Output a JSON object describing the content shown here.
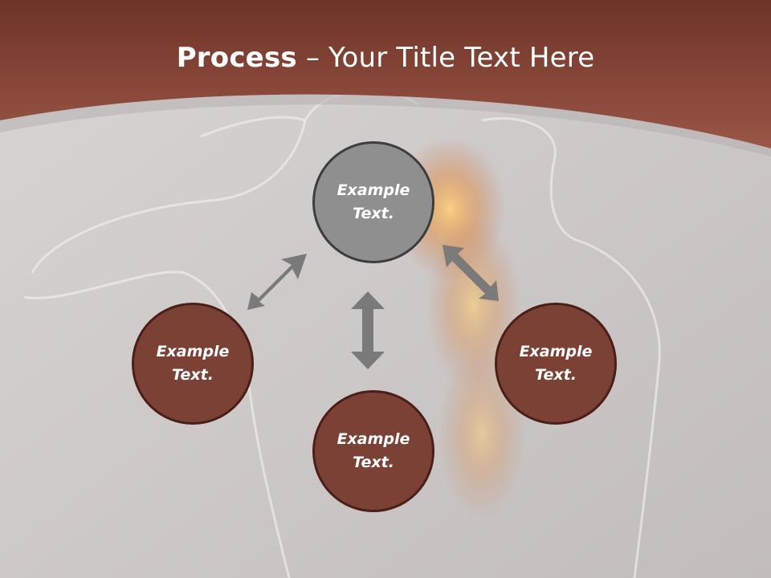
{
  "slide": {
    "title_bold": "Process",
    "title_rest": " – Your Title Text Here"
  },
  "circles": {
    "top": "Example Text.",
    "left": "Example Text.",
    "bottom": "Example Text.",
    "right": "Example Text."
  },
  "colors": {
    "header": "#8a4a3c",
    "circle_fill": "#7b4135",
    "center_fill": "#8f8f8f",
    "arrow": "#7a7a7a"
  }
}
